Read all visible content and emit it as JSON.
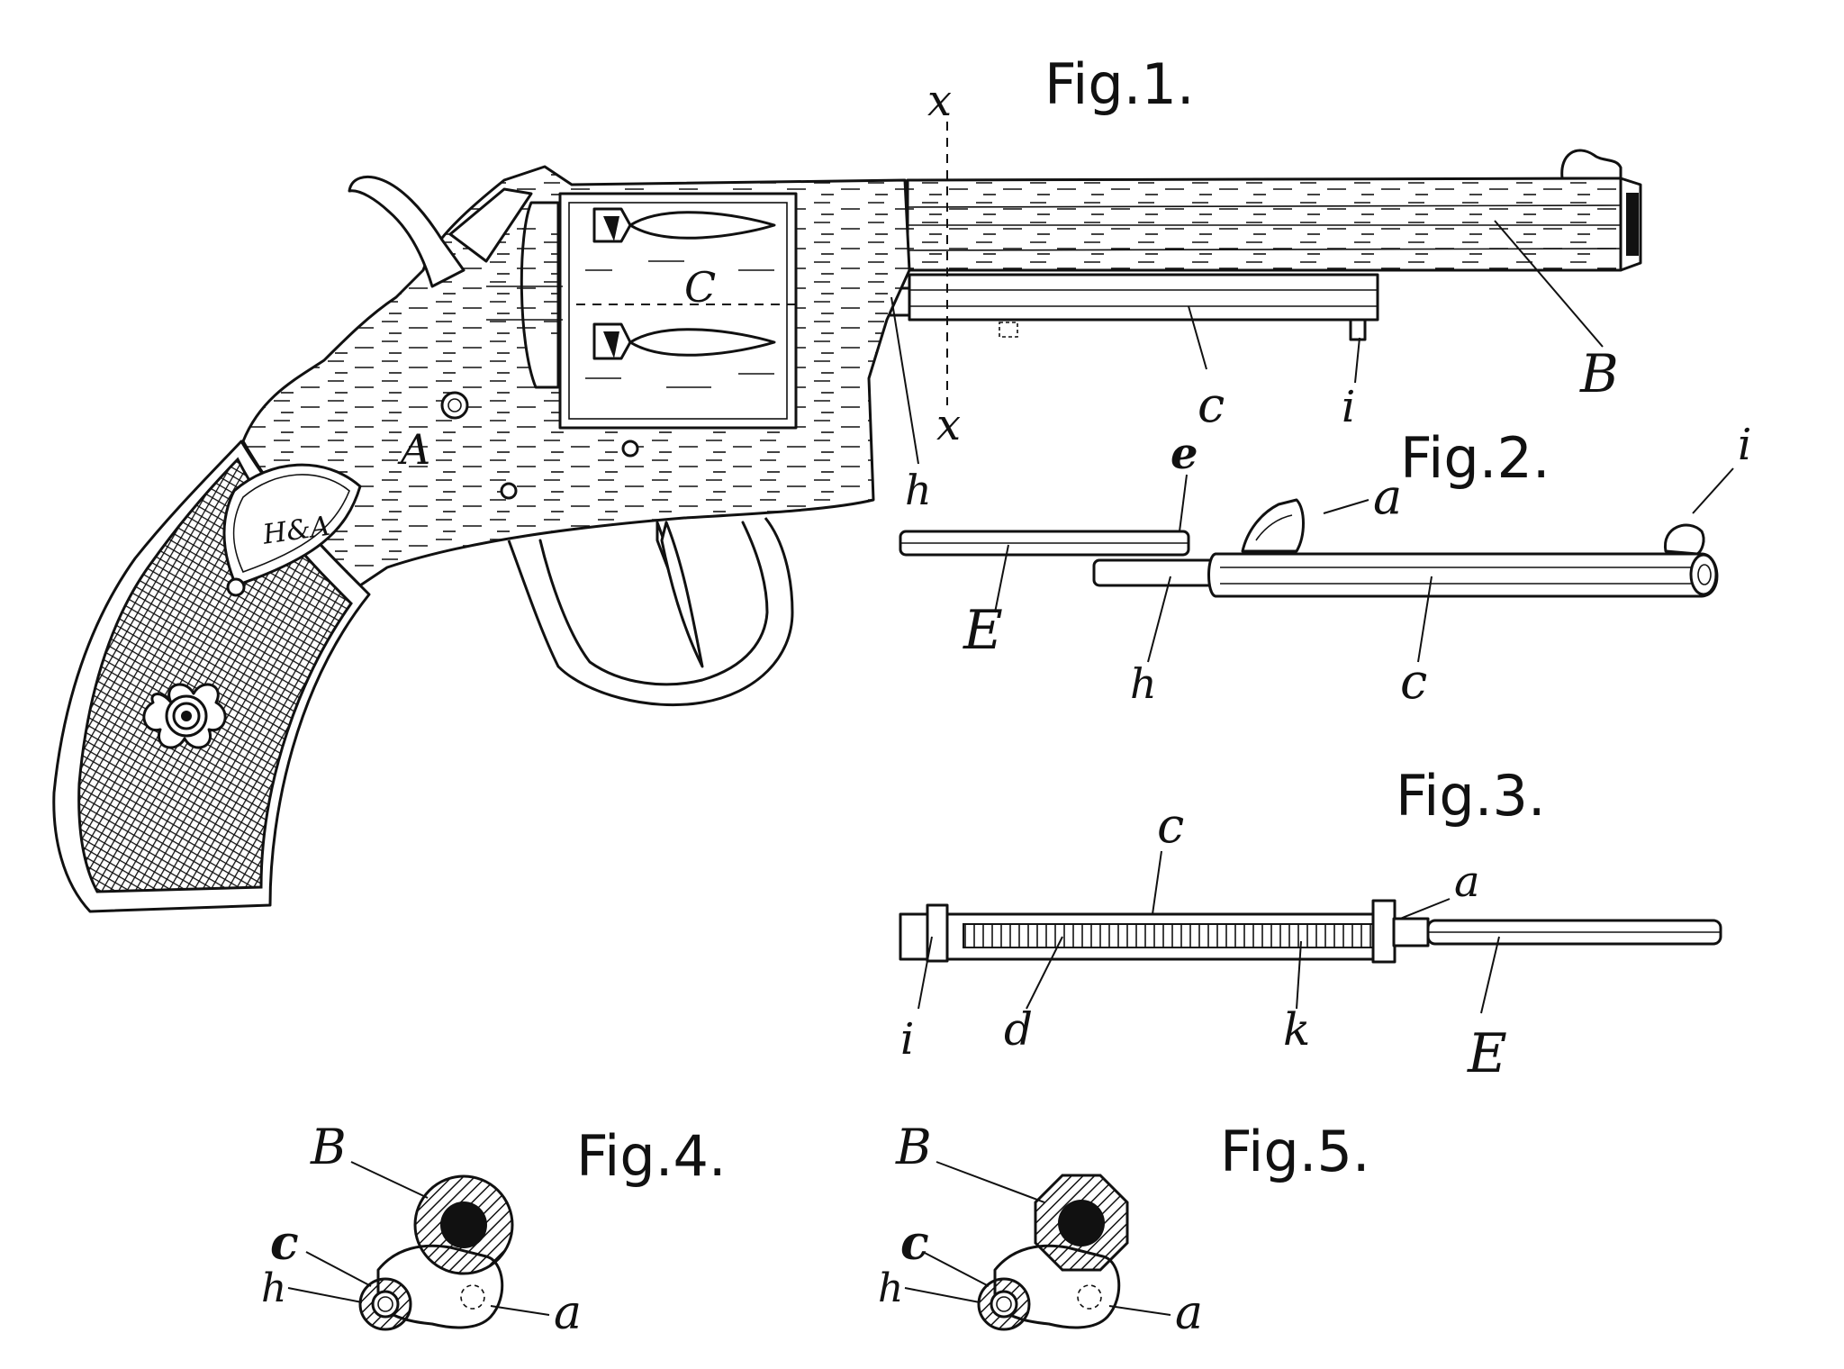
{
  "figures": {
    "fig1": "Fig.1.",
    "fig2": "Fig.2.",
    "fig3": "Fig.3.",
    "fig4": "Fig.4.",
    "fig5": "Fig.5."
  },
  "labels": {
    "fig1": {
      "x_top": "x",
      "x_bottom": "x",
      "A": "A",
      "B": "B",
      "C": "C",
      "c": "c",
      "h": "h",
      "i": "i",
      "monogram": "H&A"
    },
    "fig2": {
      "e": "e",
      "a": "a",
      "i": "i",
      "E": "E",
      "h": "h",
      "c": "c"
    },
    "fig3": {
      "c": "c",
      "a": "a",
      "i": "i",
      "d": "d",
      "k": "k",
      "E": "E"
    },
    "fig4": {
      "B": "B",
      "c": "c",
      "h": "h",
      "a": "a"
    },
    "fig5": {
      "B": "B",
      "c": "c",
      "h": "h",
      "a": "a"
    }
  },
  "colors": {
    "ink": "#111111",
    "paper": "#ffffff"
  }
}
